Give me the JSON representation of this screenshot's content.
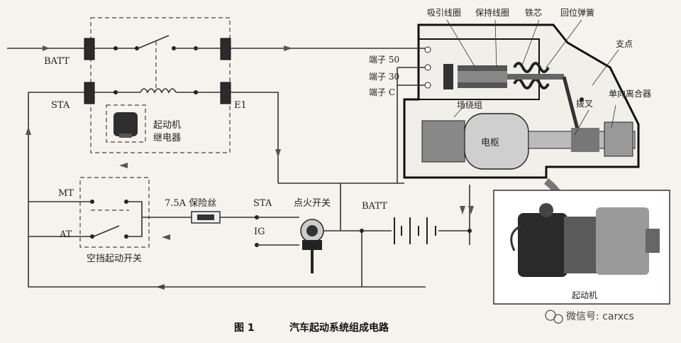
{
  "relay": {
    "batt_label": "BATT",
    "sta_label": "STA",
    "e1_label": "E1",
    "name_line1": "起动机",
    "name_line2": "继电器"
  },
  "switches": {
    "mt_label": "MT",
    "at_label": "AT",
    "neutral_switch": "空挡起动开关",
    "fuse_label": "7.5A 保险丝",
    "ign_sta": "STA",
    "ign_ig": "IG",
    "ignition_switch": "点火开关",
    "batt_label": "BATT"
  },
  "starter": {
    "pull_in_coil": "吸引线圈",
    "hold_coil": "保持线圈",
    "iron_core": "铁芯",
    "return_spring": "回位弹簧",
    "pivot": "支点",
    "terminal_50": "端子 50",
    "terminal_30": "端子 30",
    "terminal_c": "端子 C",
    "field_winding": "场绕组",
    "shift_fork": "拨叉",
    "one_way_clutch": "单向离合器",
    "armature": "电枢",
    "photo_label": "起动机"
  },
  "caption": {
    "number": "图 1",
    "title": "汽车起动系统组成电路"
  },
  "watermark": "微信号: carxcs"
}
